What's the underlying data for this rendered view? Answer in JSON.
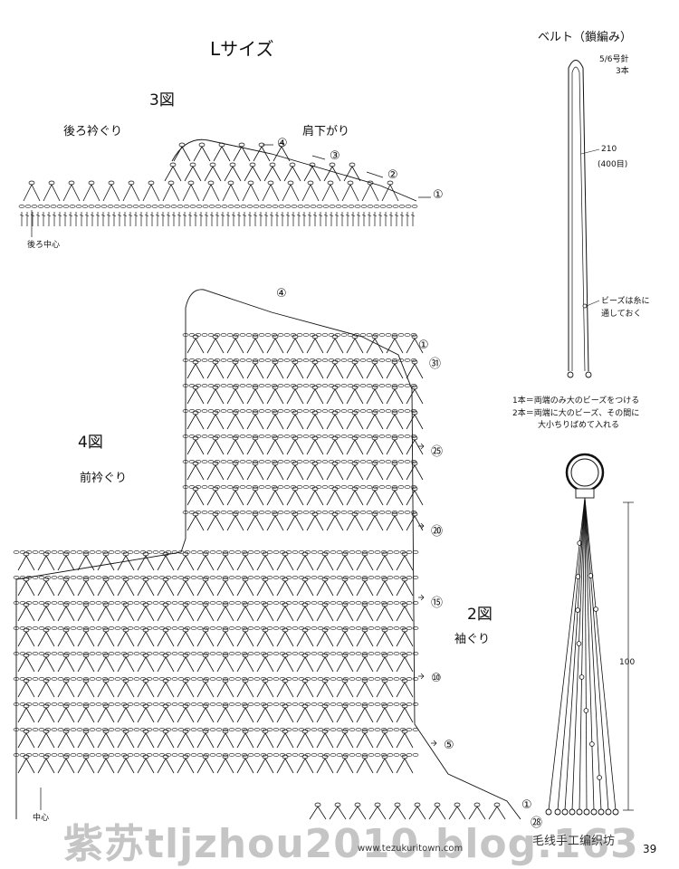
{
  "title": "Lサイズ",
  "figures": {
    "fig3": {
      "label": "3図",
      "back_neck": "後ろ衿ぐり",
      "shoulder": "肩下がり",
      "back_center": "後ろ中心",
      "row_markers": [
        "①",
        "②",
        "③",
        "④"
      ]
    },
    "fig4": {
      "label": "4図",
      "front_neck": "前衿ぐり",
      "row_markers_top": [
        "④",
        "①",
        "㉛"
      ],
      "row_markers": [
        "㉕",
        "⑳",
        "⑮",
        "⑩",
        "⑤",
        "①",
        "㉘"
      ],
      "center": "中心"
    },
    "fig2": {
      "label": "2図",
      "armhole": "袖ぐり"
    }
  },
  "belt": {
    "title": "ベルト（鎖編み）",
    "hook": "5/6号針",
    "strands": "3本",
    "length": "210",
    "length_chains": "(400目)",
    "bead_note_1": "ビーズは糸に",
    "bead_note_2": "通しておく",
    "legend_1": "1本＝両端のみ大のビーズをつける",
    "legend_2": "2本＝両端に大のビーズ、その間に",
    "legend_3": "大小ちりばめて入れる"
  },
  "tassel": {
    "length": "100"
  },
  "watermark": {
    "text": "紫苏tljzhou2010.blog.163",
    "badge": "毛线手工编织坊"
  },
  "footer": {
    "url": "www.tezukuritown.com",
    "page": "39"
  }
}
